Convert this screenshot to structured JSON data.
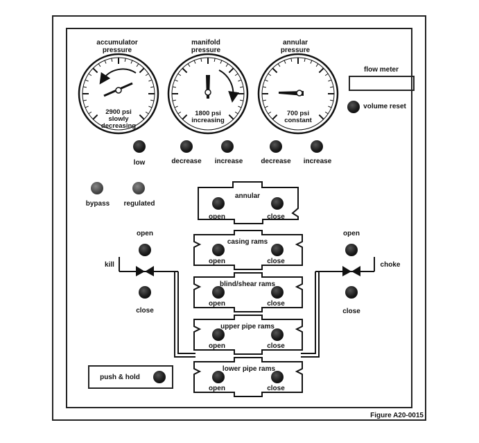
{
  "gauges": {
    "accumulator": {
      "title": "accumulator pressure",
      "reading": "2900 psi",
      "status_line1": "slowly",
      "status_line2": "decreasing"
    },
    "manifold": {
      "title": "manifold pressure",
      "reading": "1800 psi",
      "status_line1": "increasing"
    },
    "annular": {
      "title": "annular pressure",
      "reading": "700 psi",
      "status_line1": "constant"
    }
  },
  "flow_meter": {
    "label": "flow meter",
    "reset_label": "volume reset"
  },
  "controls": {
    "low": "low",
    "manifold_decrease": "decrease",
    "manifold_increase": "increase",
    "annular_decrease": "decrease",
    "annular_increase": "increase",
    "bypass": "bypass",
    "regulated": "regulated"
  },
  "kill": {
    "label": "kill",
    "open": "open",
    "close": "close"
  },
  "choke": {
    "label": "choke",
    "open": "open",
    "close": "close"
  },
  "stack": [
    {
      "name": "annular",
      "open": "open",
      "close": "close"
    },
    {
      "name": "casing rams",
      "open": "open",
      "close": "close"
    },
    {
      "name": "blind/shear rams",
      "open": "open",
      "close": "close"
    },
    {
      "name": "upper pipe rams",
      "open": "open",
      "close": "close"
    },
    {
      "name": "lower pipe rams",
      "open": "open",
      "close": "close"
    }
  ],
  "push_hold": "push & hold",
  "figure_label": "Figure A20-0015"
}
